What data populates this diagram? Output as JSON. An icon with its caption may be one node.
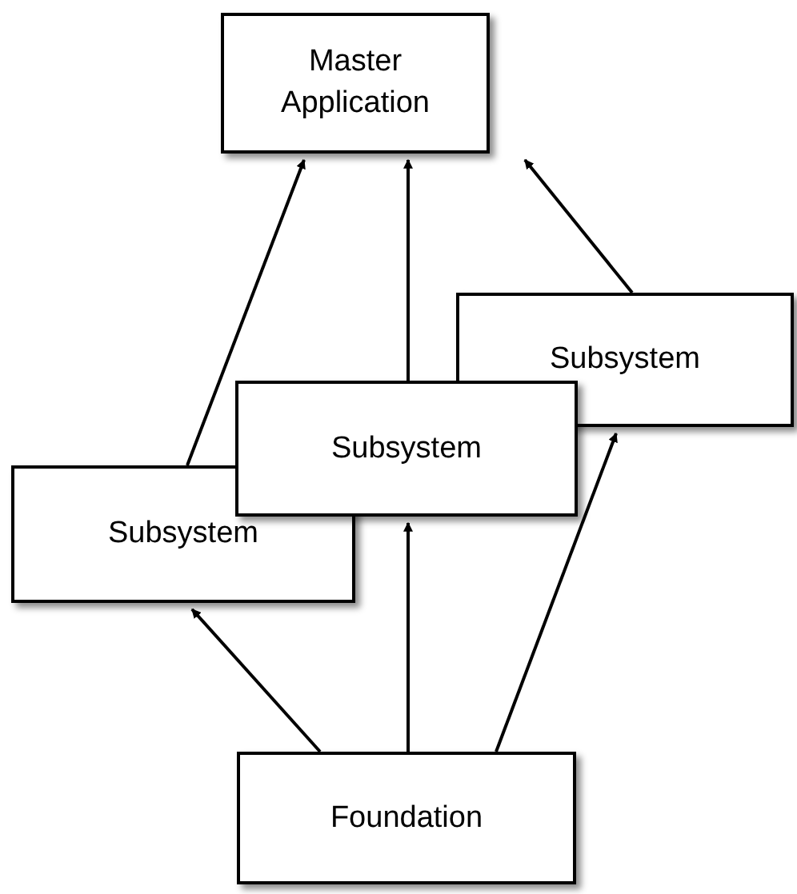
{
  "diagram": {
    "nodes": [
      {
        "text": [
          "Master Application"
        ]
      },
      {
        "text": [
          "Subsystem"
        ]
      },
      {
        "text": [
          "Subsystem"
        ]
      },
      {
        "text": [
          "Subsystem"
        ]
      },
      {
        "text": [
          "Foundation"
        ]
      }
    ],
    "edges": [
      {
        "from": 3,
        "to": 0,
        "arrow": "to"
      },
      {
        "from": 2,
        "to": 0,
        "arrow": "to"
      },
      {
        "from": 1,
        "to": 0,
        "arrow": "to"
      },
      {
        "from": 4,
        "to": 3,
        "arrow": "to"
      },
      {
        "from": 4,
        "to": 2,
        "arrow": "to"
      },
      {
        "from": 4,
        "to": 1,
        "arrow": "to"
      }
    ]
  }
}
